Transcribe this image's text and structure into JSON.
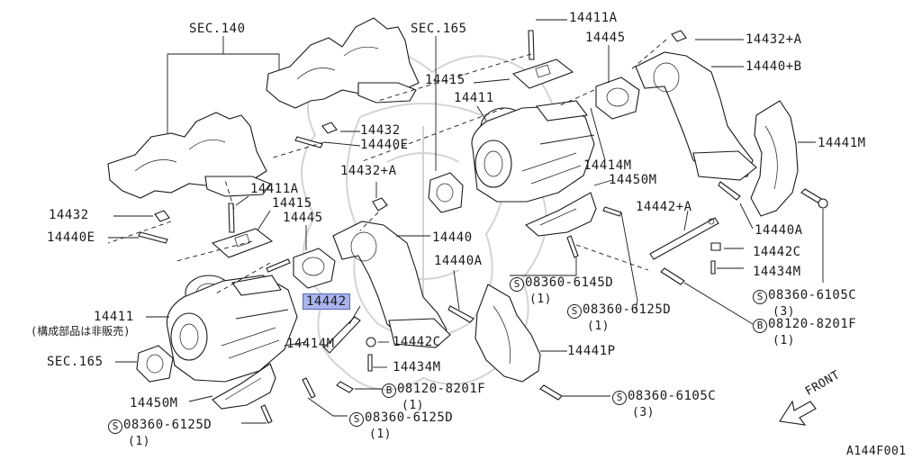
{
  "sections": {
    "upper_left": "SEC.140",
    "upper_mid": "SEC.165",
    "lower_left": "SEC.165"
  },
  "parts": {
    "p14411A_top": "14411A",
    "p14445_top": "14445",
    "p14432A_top": "14432+A",
    "p14440B": "14440+B",
    "p14415_top": "14415",
    "p14411_top": "14411",
    "p14432": "14432",
    "p14440E_top": "14440E",
    "p14441M": "14441M",
    "p14414M_top": "14414M",
    "p14450M_top": "14450M",
    "p14432A_mid": "14432+A",
    "p14411A_mid": "14411A",
    "p14415_mid": "14415",
    "p14445_mid": "14445",
    "p14432_left": "14432",
    "p14440E_left": "14440E",
    "p14440": "14440",
    "p14442A": "14442+A",
    "p14440A_right": "14440A",
    "p14442C_right": "14442C",
    "p14434M_right": "14434M",
    "p14440A_mid": "14440A",
    "p14442_hl": "14442",
    "p14411_left": "14411",
    "p14414M_left": "14414M",
    "p14442C_mid": "14442C",
    "p14434M_mid": "14434M",
    "p14441P": "14441P",
    "p14450M_left": "14450M"
  },
  "note_14411": "(構成部品は非販売)",
  "fasteners": {
    "f1": {
      "prefix": "S",
      "code": "08360-6145D",
      "qty": "(1)"
    },
    "f2": {
      "prefix": "S",
      "code": "08360-6125D",
      "qty": "(1)"
    },
    "f3": {
      "prefix": "S",
      "code": "08360-6105C",
      "qty": "(3)"
    },
    "f4": {
      "prefix": "B",
      "code": "08120-8201F",
      "qty": "(1)"
    },
    "f5": {
      "prefix": "B",
      "code": "08120-8201F",
      "qty": "(1)"
    },
    "f6": {
      "prefix": "S",
      "code": "08360-6125D",
      "qty": "(1)"
    },
    "f7": {
      "prefix": "S",
      "code": "08360-6105C",
      "qty": "(3)"
    },
    "f8": {
      "prefix": "S",
      "code": "08360-6125D",
      "qty": "(1)"
    }
  },
  "front_label": "FRONT",
  "figure_id": "A144F001",
  "colors": {
    "highlight": "#a9b4ec",
    "ink": "#1a1a1a"
  }
}
